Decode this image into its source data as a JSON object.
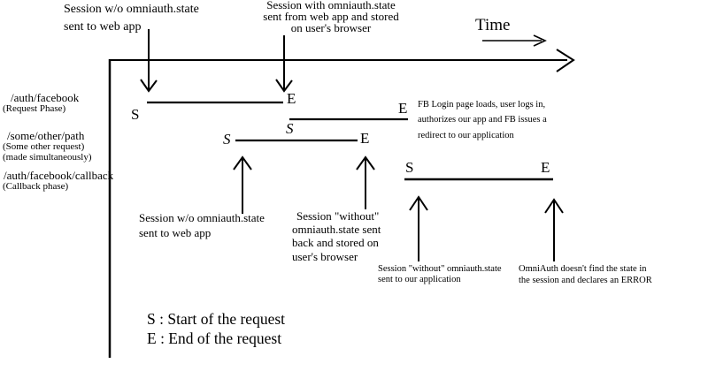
{
  "colors": {
    "ink": "#000000",
    "background": "#ffffff"
  },
  "time_axis": {
    "label": "Time"
  },
  "markers": {
    "start": "S",
    "end": "E"
  },
  "rows": [
    {
      "path": "/auth/facebook",
      "notes": [
        "(Request Phase)"
      ]
    },
    {
      "path": "/some/other/path",
      "notes": [
        "(Some other request)",
        "(made simultaneously)"
      ]
    },
    {
      "path": "/auth/facebook/callback",
      "notes": [
        "(Callback phase)"
      ]
    }
  ],
  "annotations": {
    "session_no_state_top": {
      "lines": [
        "Session w/o omniauth.state",
        "sent to web app"
      ]
    },
    "session_with_state": {
      "lines": [
        "Session with omniauth.state",
        "sent from web app and stored",
        "on user's browser"
      ]
    },
    "fb_login": {
      "lines": [
        "FB Login page loads, user logs in,",
        "authorizes our app and FB issues a",
        "redirect to our application"
      ]
    },
    "session_no_state_bottom": {
      "lines": [
        "Session w/o omniauth.state",
        "sent to web app"
      ]
    },
    "session_without_stored": {
      "lines": [
        "Session \"without\"",
        "omniauth.state sent",
        "back and stored on",
        "user's browser"
      ]
    },
    "session_without_sent": {
      "lines": [
        "Session \"without\" omniauth.state",
        "sent to our application"
      ]
    },
    "omniauth_error": {
      "lines": [
        "OmniAuth doesn't find the state in",
        "the session and declares an ERROR"
      ]
    }
  },
  "legend": {
    "start_line": "S : Start of the request",
    "end_line": "E : End of the request"
  }
}
